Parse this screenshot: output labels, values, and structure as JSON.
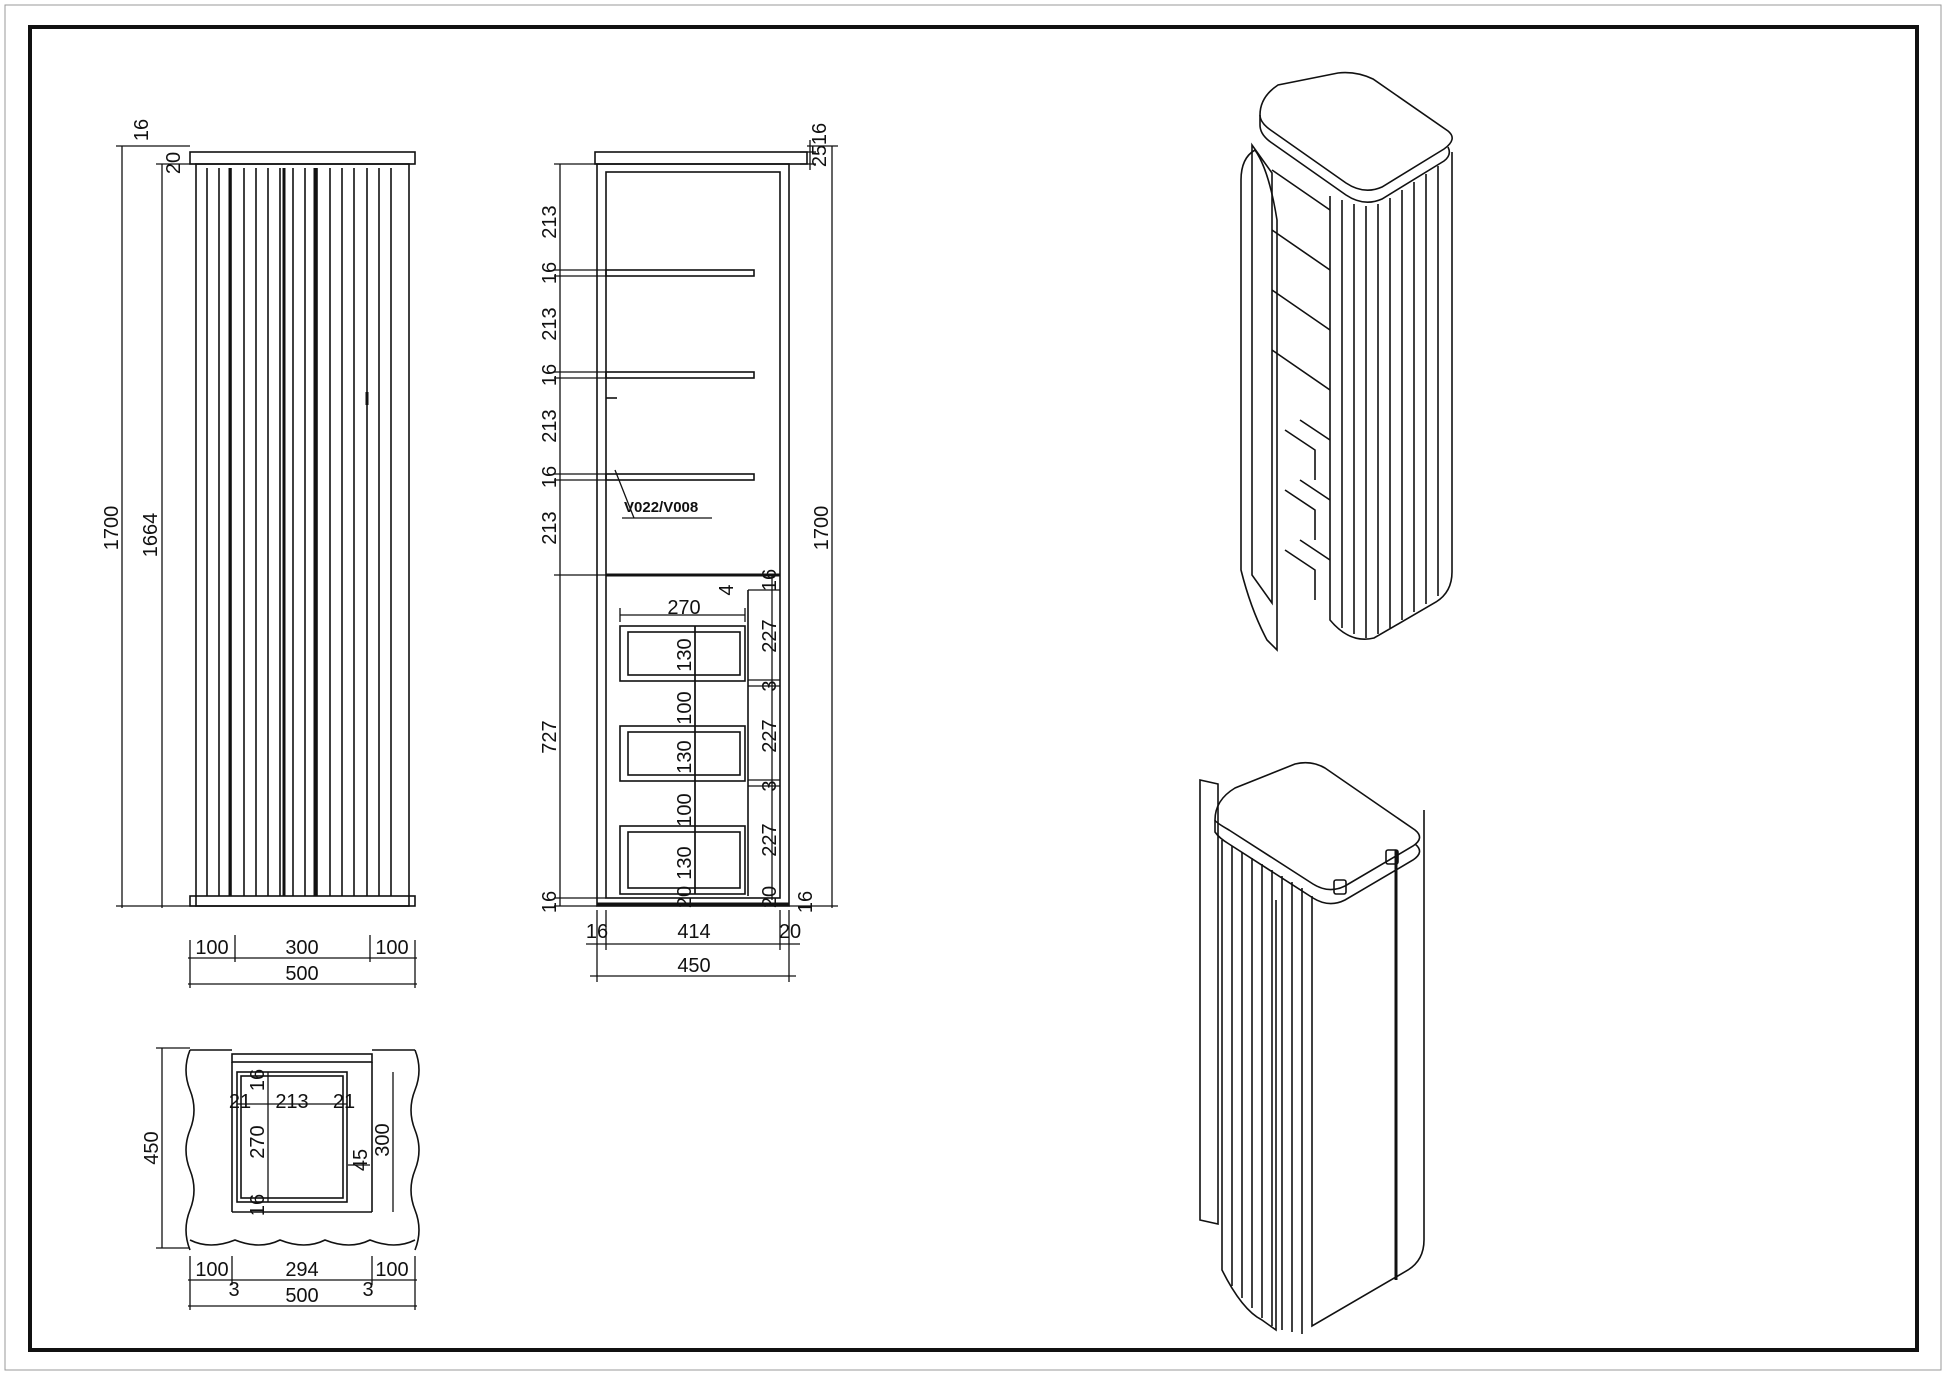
{
  "front": {
    "height_total": "1700",
    "height_body": "1664",
    "top_thickness": "16",
    "top_gap": "20",
    "side_left": "100",
    "center": "300",
    "side_right": "100",
    "width": "500"
  },
  "section": {
    "shelf_gap_1": "213",
    "shelf_1": "16",
    "shelf_gap_2": "213",
    "shelf_2": "16",
    "shelf_gap_3": "213",
    "shelf_3": "16",
    "shelf_gap_4": "213",
    "lower": "727",
    "bottom": "16",
    "height": "1700",
    "top_a": "25",
    "top_b": "16",
    "right_top": "16",
    "right_bottom": "16",
    "drawer_width": "270",
    "drawer_gap": "4",
    "drawer_1": "227",
    "drawer_2": "227",
    "drawer_3": "227",
    "drawer_spacer_1": "3",
    "drawer_spacer_2": "3",
    "box_1": "130",
    "box_2": "130",
    "box_3": "130",
    "between_1": "100",
    "between_2": "100",
    "bottom_left_gap": "20",
    "bottom_right_gap": "20",
    "side": "16",
    "inner_width": "414",
    "right_side": "20",
    "depth": "450",
    "callout": "V022/V008"
  },
  "plan": {
    "depth": "450",
    "top_thk": "16",
    "bottom_thk": "16",
    "edge_left": "21",
    "inner": "213",
    "edge_right": "21",
    "inner_depth": "270",
    "outer_depth": "300",
    "offset": "45",
    "side_left": "100",
    "middle": "294",
    "side_right": "100",
    "gap_left": "3",
    "gap_right": "3",
    "width": "500"
  }
}
